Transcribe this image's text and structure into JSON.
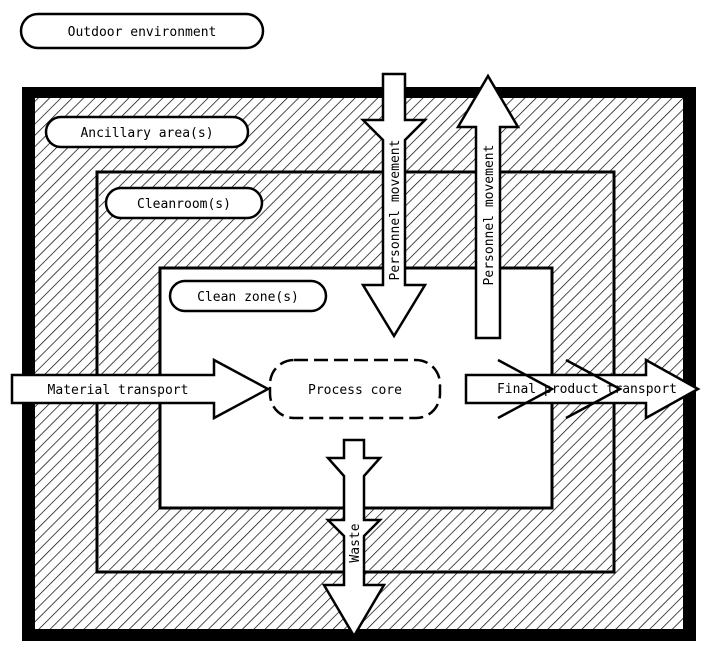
{
  "diagram": {
    "labels": {
      "outdoor": "Outdoor environment",
      "ancillary": "Ancillary area(s)",
      "cleanroom": "Cleanroom(s)",
      "clean_zone": "Clean zone(s)",
      "process_core": "Process core",
      "material_transport": "Material transport",
      "final_product_transport": "Final product transport",
      "personnel_in": "Personnel movement",
      "personnel_out": "Personnel movement",
      "waste": "Waste"
    }
  }
}
